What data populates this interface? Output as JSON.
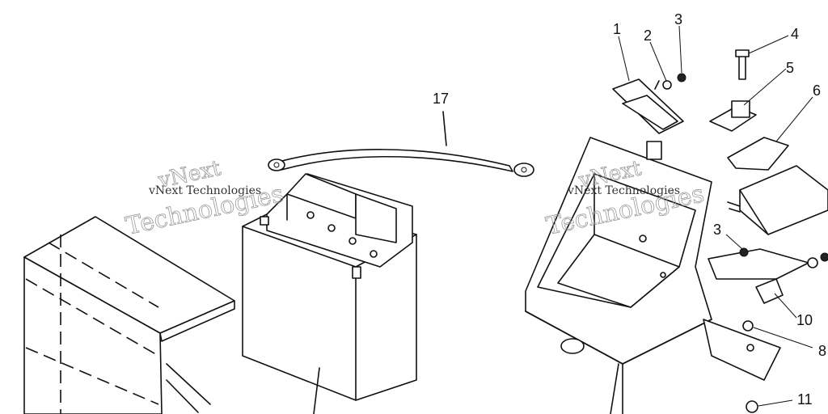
{
  "watermark": {
    "line1": "vNext",
    "line2": "Technologies",
    "small": "vNext Technologies"
  },
  "callouts": [
    {
      "id": "1",
      "label": "1"
    },
    {
      "id": "2",
      "label": "2"
    },
    {
      "id": "3a",
      "label": "3"
    },
    {
      "id": "4",
      "label": "4"
    },
    {
      "id": "5",
      "label": "5"
    },
    {
      "id": "6",
      "label": "6"
    },
    {
      "id": "17",
      "label": "17"
    },
    {
      "id": "3b",
      "label": "3"
    },
    {
      "id": "10",
      "label": "10"
    },
    {
      "id": "8",
      "label": "8"
    },
    {
      "id": "11",
      "label": "11"
    }
  ]
}
